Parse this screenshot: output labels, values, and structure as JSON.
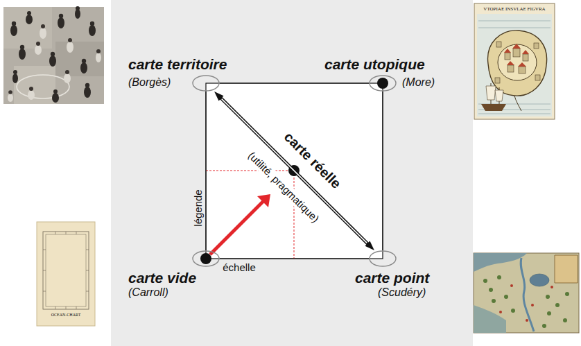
{
  "diagram": {
    "nodes": [
      {
        "text": [
          "carte territoire",
          "(Borgès)"
        ]
      },
      {
        "text": [
          "carte utopique",
          "(More)"
        ]
      },
      {
        "text": [
          "carte vide",
          "(Carroll)"
        ]
      },
      {
        "text": [
          "carte point",
          "(Scudéry)"
        ]
      }
    ],
    "edges": [
      {
        "from": 0,
        "to": 1,
        "arrow": "none"
      },
      {
        "from": 1,
        "to": 3,
        "arrow": "none"
      },
      {
        "from": 0,
        "to": 2,
        "arrow": "none",
        "label": "légende"
      },
      {
        "from": 2,
        "to": 3,
        "arrow": "none",
        "label": "échelle"
      },
      {
        "from": 0,
        "to": 3,
        "arrow": "both",
        "label": "carte réelle"
      }
    ],
    "labels": [
      "(utilité, pragmatique)",
      "VTOPIAE INSVLAE FIGVRA",
      "OCEAN-CHART"
    ]
  }
}
